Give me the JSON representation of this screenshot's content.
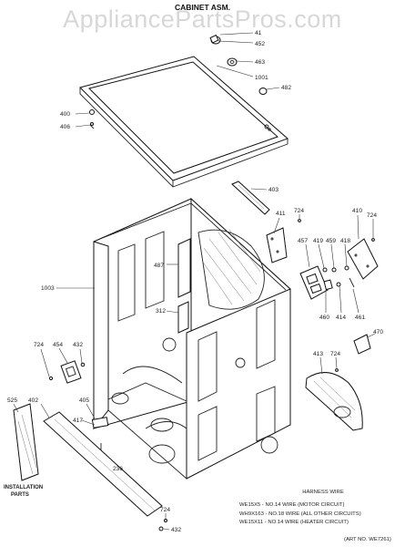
{
  "watermark": "AppliancePartsPros.com",
  "title": "CABINET ASM.",
  "part_labels": {
    "p41": "41",
    "p452": "452",
    "p463": "463",
    "p1001": "1001",
    "p482": "482",
    "p400": "400",
    "p406": "406",
    "p403": "403",
    "p411": "411",
    "p724a": "724",
    "p410": "410",
    "p724b": "724",
    "p487": "487",
    "p457": "457",
    "p419": "419",
    "p459": "459",
    "p418": "418",
    "p1003": "1003",
    "p312": "312",
    "p460": "460",
    "p414": "414",
    "p461": "461",
    "p470": "470",
    "p724c": "724",
    "p454": "454",
    "p432a": "432",
    "p413": "413",
    "p724d": "724",
    "p405": "405",
    "p525": "525",
    "p402": "402",
    "p417": "417",
    "p236": "236",
    "p724e": "724",
    "p432b": "432"
  },
  "installation": {
    "line1": "INSTALLATION",
    "line2": "PARTS"
  },
  "harness": {
    "header": "HARNESS WIRE",
    "line1": "WE15X5 - NO.14 WIRE (MOTOR CIRCUIT)",
    "line2": "WH9X163 - NO.18 WIRE (ALL OTHER CIRCUITS)",
    "line3": "WE15X11 - NO.14 WIRE (HEATER CIRCUIT)"
  },
  "art_no": "(ART NO. WE7261)"
}
